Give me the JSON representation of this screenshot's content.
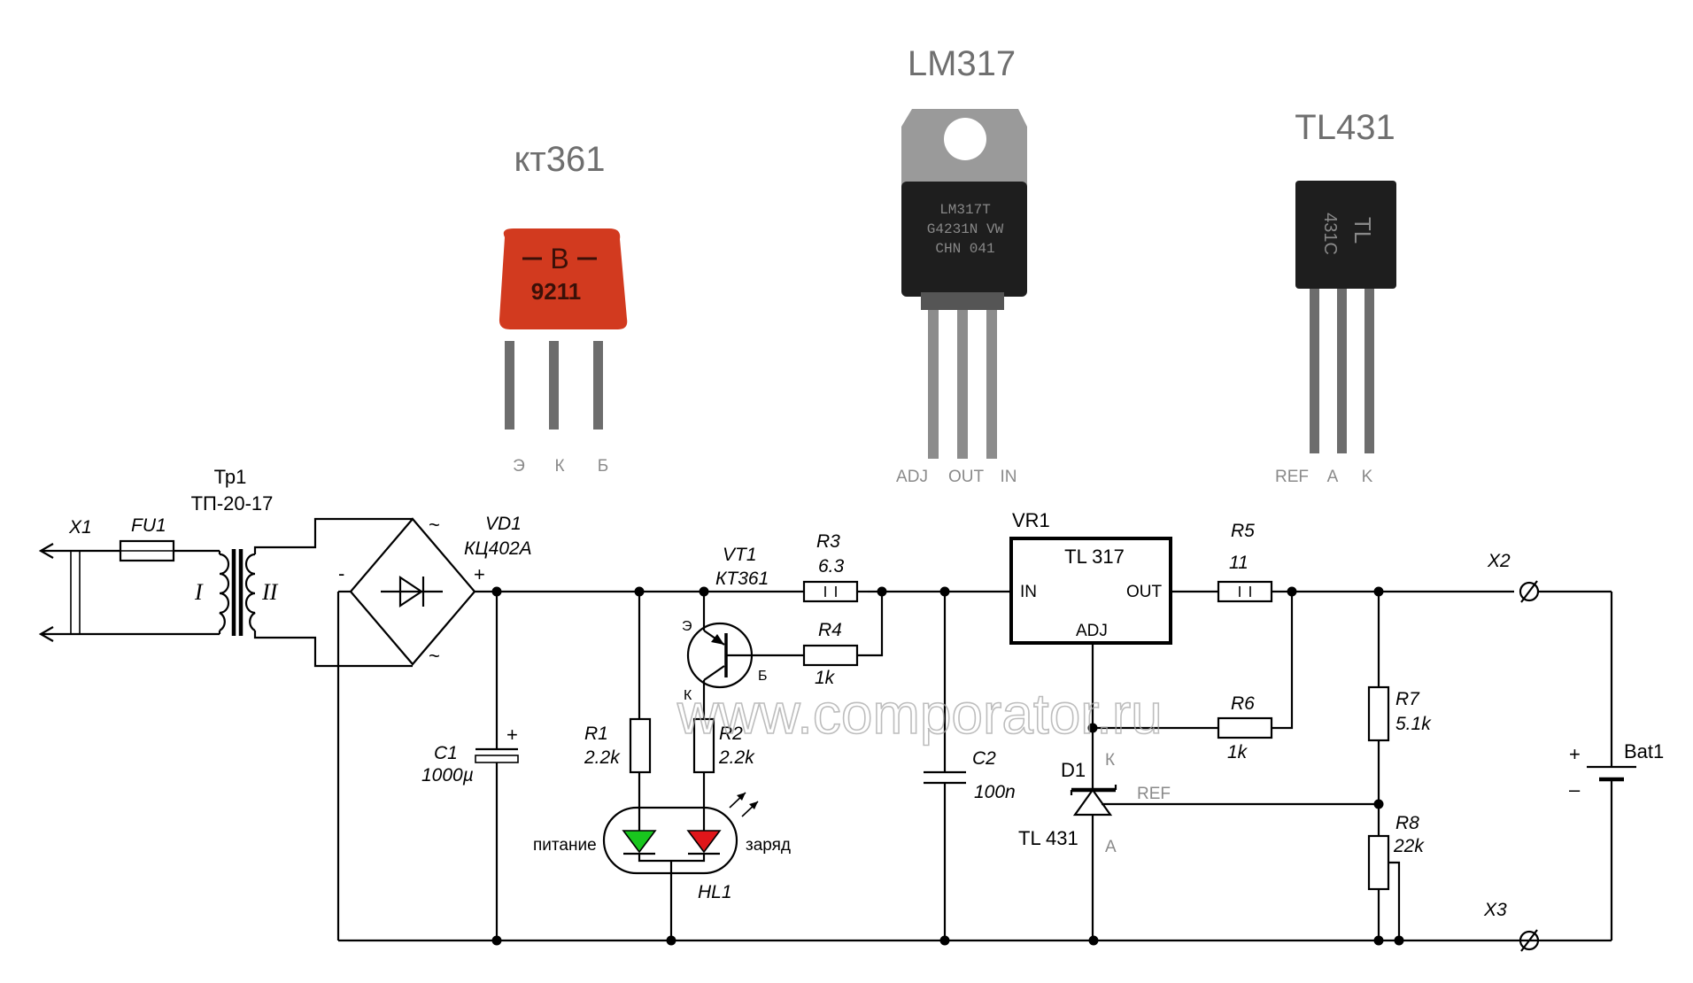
{
  "photos": {
    "kt361": {
      "title": "кт361",
      "body_marking": "В",
      "body_code": "9211",
      "pins": [
        "Э",
        "К",
        "Б"
      ],
      "body_color": "#d23a1f"
    },
    "lm317": {
      "title": "LM317",
      "marking": [
        "LM317T",
        "G4231N VW",
        "CHN 041"
      ],
      "pins": [
        "ADJ",
        "OUT",
        "IN"
      ],
      "body_color": "#1e1e1e",
      "tab_color": "#9a9a9a"
    },
    "tl431": {
      "title": "TL431",
      "marking": [
        "TL",
        "431C"
      ],
      "pins": [
        "REF",
        "A",
        "K"
      ],
      "body_color": "#1e1e1e"
    }
  },
  "components": {
    "x1": "X1",
    "fu1": "FU1",
    "tr1": {
      "ref": "Тр1",
      "type": "ТП-20-17",
      "primary": "I",
      "secondary": "II"
    },
    "vd1": {
      "ref": "VD1",
      "type": "КЦ402А",
      "plus": "+",
      "minus": "-",
      "ac1": "~",
      "ac2": "~"
    },
    "c1": {
      "ref": "C1",
      "value": "1000µ",
      "plus": "+"
    },
    "vt1": {
      "ref": "VT1",
      "type": "КТ361",
      "e": "Э",
      "k": "К",
      "b": "Б"
    },
    "r1": {
      "ref": "R1",
      "value": "2.2k"
    },
    "r2": {
      "ref": "R2",
      "value": "2.2k"
    },
    "r3": {
      "ref": "R3",
      "value": "6.3"
    },
    "r4": {
      "ref": "R4",
      "value": "1k"
    },
    "hl1": {
      "ref": "HL1",
      "left": "питание",
      "right": "заряд",
      "green": "#19c61e",
      "red": "#e0161a"
    },
    "c2": {
      "ref": "C2",
      "value": "100n"
    },
    "vr1": {
      "ref": "VR1",
      "type": "TL 317",
      "in": "IN",
      "out": "OUT",
      "adj": "ADJ"
    },
    "d1": {
      "ref": "D1",
      "type": "TL 431",
      "k": "К",
      "ref_pin": "REF",
      "a": "А"
    },
    "r5": {
      "ref": "R5",
      "value": "11"
    },
    "r6": {
      "ref": "R6",
      "value": "1k"
    },
    "r7": {
      "ref": "R7",
      "value": "5.1k"
    },
    "r8": {
      "ref": "R8",
      "value": "22k"
    },
    "x2": "X2",
    "x3": "X3",
    "bat1": {
      "ref": "Bat1",
      "plus": "+",
      "minus": "–"
    }
  },
  "watermark": "www.comporator.ru"
}
